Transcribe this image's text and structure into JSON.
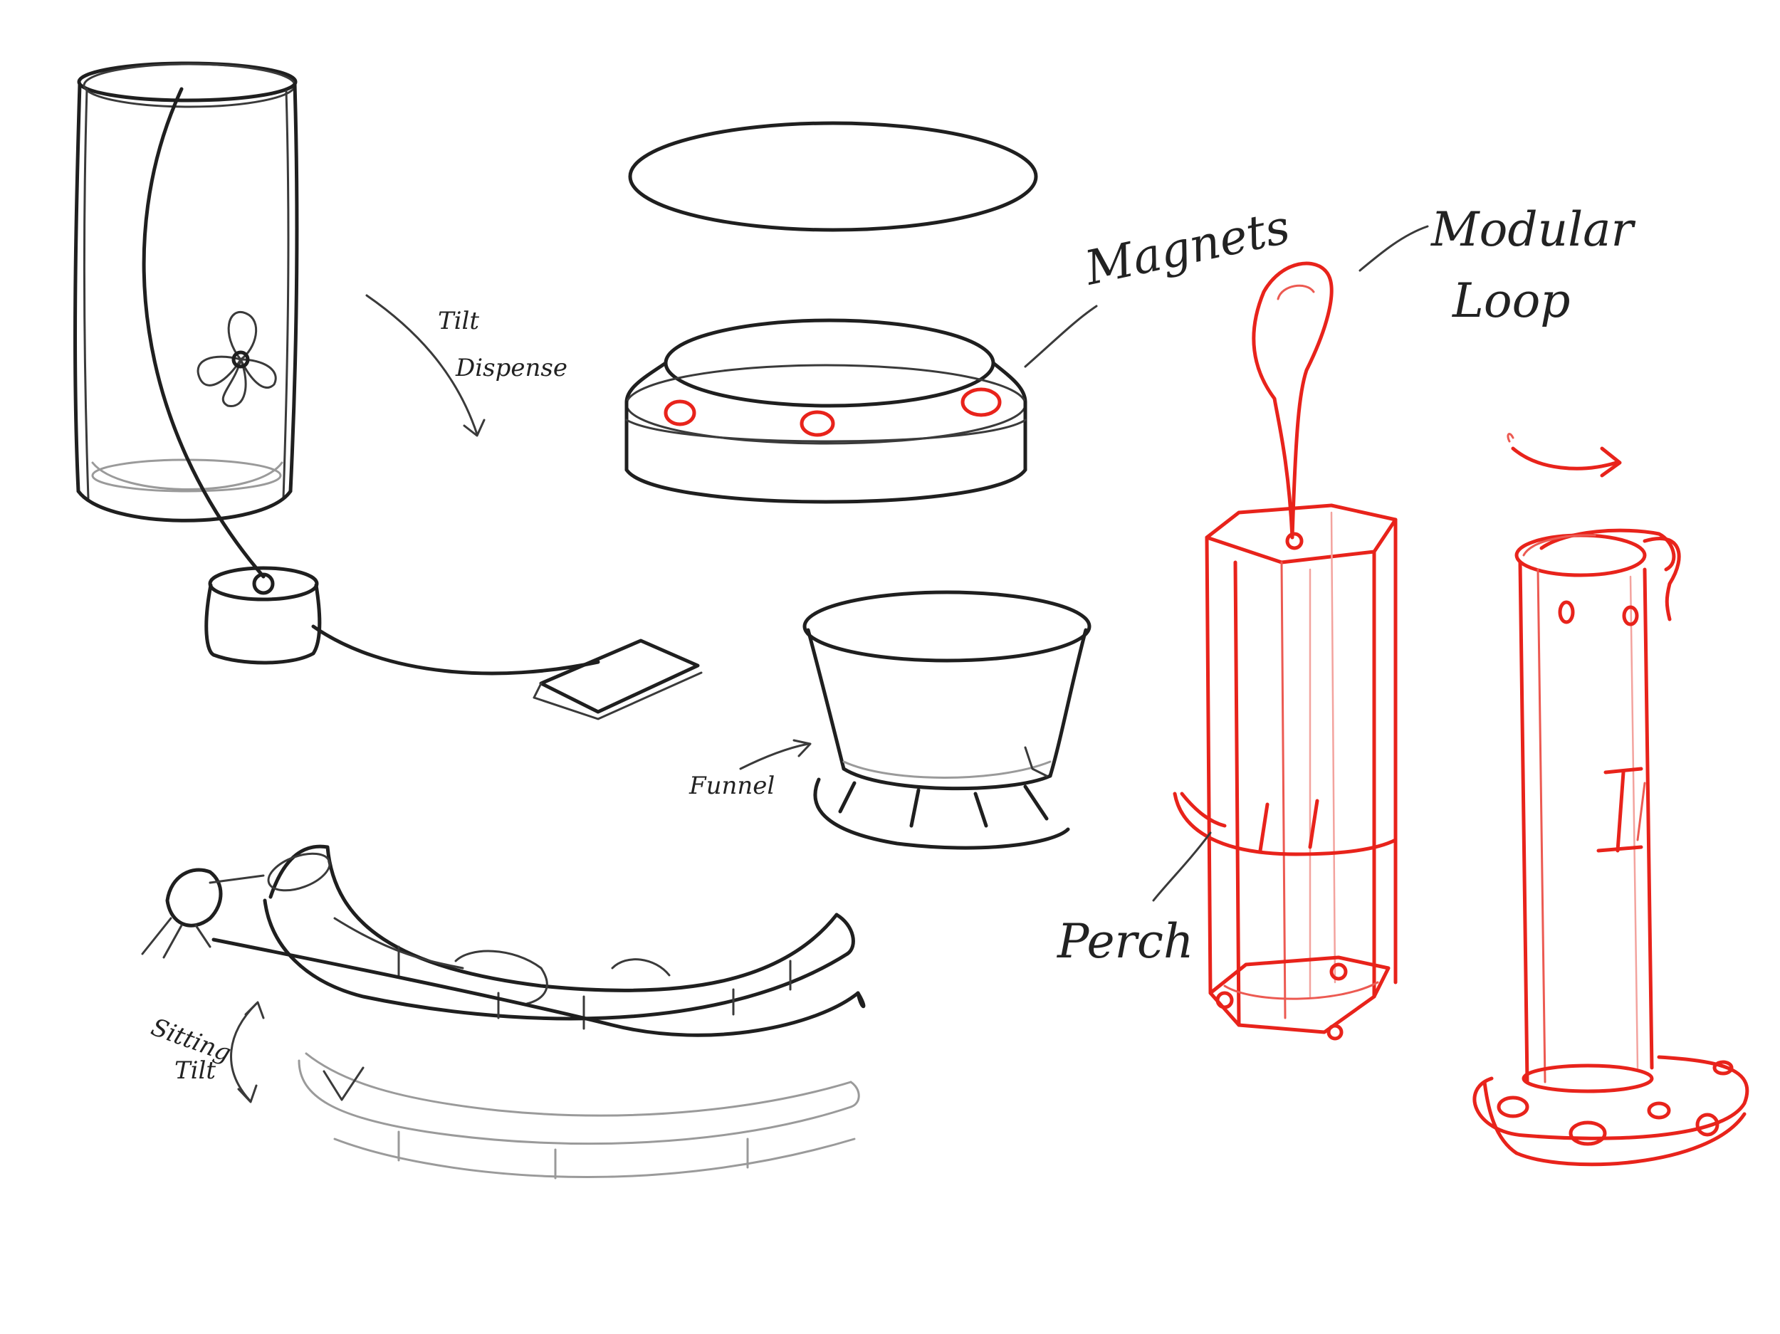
{
  "annotations": {
    "tilt_dispense_line1": "Tilt",
    "tilt_dispense_line2": "Dispense",
    "magnets": "Magnets",
    "modular_line1": "Modular",
    "modular_line2": "Loop",
    "funnel": "Funnel",
    "perch": "Perch",
    "sitting_tilt_line1": "Sitting",
    "sitting_tilt_line2": "Tilt"
  },
  "colors": {
    "pencil": "#1f1f1f",
    "accent_red": "#e8231b",
    "paper": "#ffffff"
  }
}
